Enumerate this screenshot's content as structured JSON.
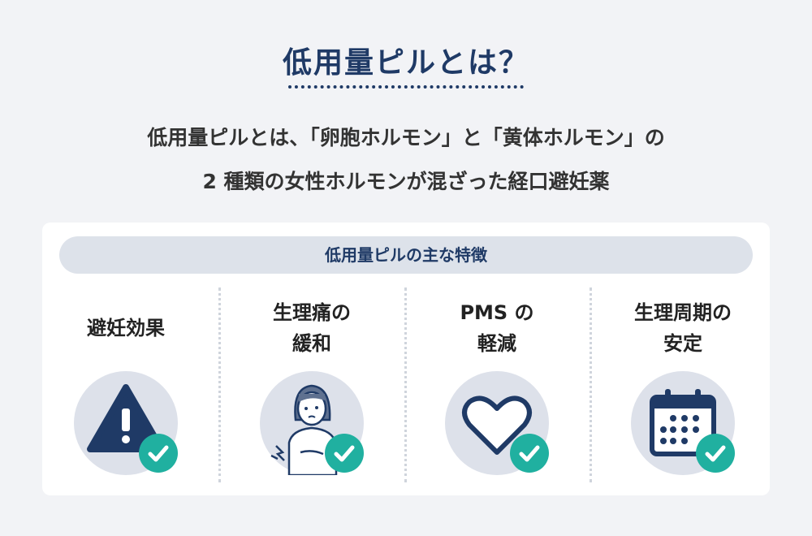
{
  "title": "低用量ピルとは？",
  "description": [
    "低用量ピルとは、「卵胞ホルモン」と「黄体ホルモン」の",
    "2 種類の女性ホルモンが混ざった経口避妊薬"
  ],
  "features": {
    "heading": "低用量ピルの主な特徴",
    "items": [
      {
        "label": "避妊効果",
        "icon": "warning-icon"
      },
      {
        "label": "生理痛の\n緩和",
        "icon": "woman-stomach-pain-icon"
      },
      {
        "label": "PMS の\n軽減",
        "icon": "heart-icon"
      },
      {
        "label": "生理周期の\n安定",
        "icon": "calendar-icon"
      }
    ]
  },
  "colors": {
    "navy": "#1f3a66",
    "teal": "#20b0a0",
    "circle": "#dde1ea"
  }
}
